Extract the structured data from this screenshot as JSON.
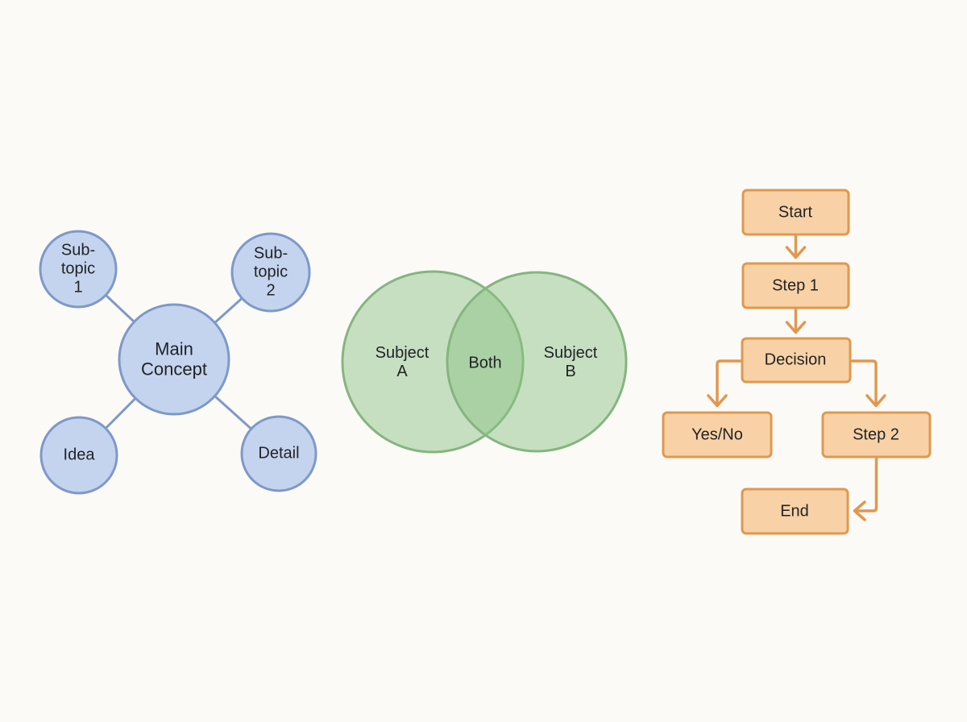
{
  "palette": {
    "background": "#fbfaf7",
    "mindmap_fill": "#c4d4ee",
    "mindmap_stroke": "#7e99c8",
    "venn_fill_outer": "#c6e0c1",
    "venn_fill_overlap": "#aad2a4",
    "venn_stroke": "#85b57f",
    "flow_fill": "#f8d2a6",
    "flow_stroke": "#e0984f",
    "text": "#222326"
  },
  "mindmap": {
    "center": {
      "label": "Main\nConcept"
    },
    "nodes": [
      {
        "id": "subtopic-1",
        "label": "Sub-\ntopic\n1"
      },
      {
        "id": "subtopic-2",
        "label": "Sub-\ntopic\n2"
      },
      {
        "id": "idea",
        "label": "Idea"
      },
      {
        "id": "detail",
        "label": "Detail"
      }
    ]
  },
  "venn": {
    "left_label": "Subject\nA",
    "intersection_label": "Both",
    "right_label": "Subject\nB"
  },
  "flowchart": {
    "nodes": [
      {
        "id": "start",
        "label": "Start"
      },
      {
        "id": "step-1",
        "label": "Step 1"
      },
      {
        "id": "decision",
        "label": "Decision"
      },
      {
        "id": "yes-no",
        "label": "Yes/No"
      },
      {
        "id": "step-2",
        "label": "Step 2"
      },
      {
        "id": "end",
        "label": "End"
      }
    ]
  }
}
